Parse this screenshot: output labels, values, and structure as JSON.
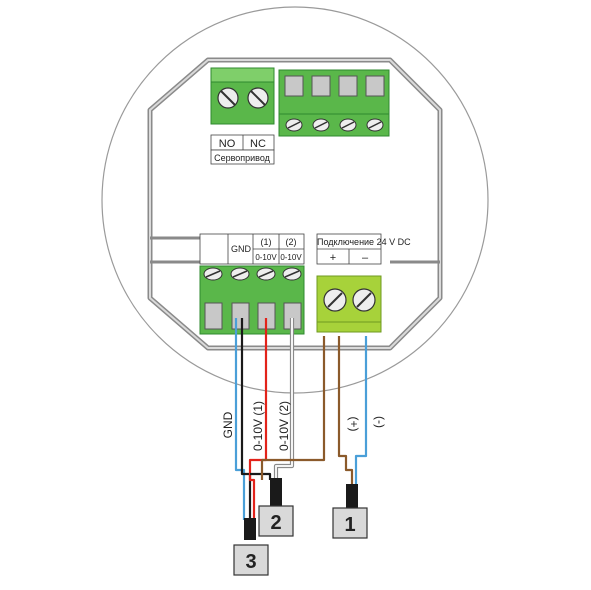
{
  "relay_block": {
    "contact_no": "NO",
    "contact_nc": "NC",
    "caption": "Сервопривод"
  },
  "signal_block": {
    "gnd_header": "GND",
    "ch1_header": "(1)",
    "ch1_sub": "0-10V",
    "ch2_header": "(2)",
    "ch2_sub": "0-10V"
  },
  "power_block": {
    "header": "Подключение 24 V DC",
    "plus": "+",
    "minus": "–"
  },
  "wire_labels": {
    "gnd": "GND",
    "ch1": "0-10V (1)",
    "ch2": "0-10V (2)",
    "plus": "(+)",
    "minus": "(-)"
  },
  "connectors": {
    "c1": "1",
    "c2": "2",
    "c3": "3"
  },
  "colors": {
    "terminal_green": "#5ab74a",
    "terminal_dark": "#2f8a2f",
    "power_green": "#a7d23a",
    "wire_blue": "#4a9fd8",
    "wire_red": "#e2231a",
    "wire_black": "#1a1a1a",
    "wire_white": "#f4f4f4",
    "wire_brown": "#8b5a2b"
  }
}
